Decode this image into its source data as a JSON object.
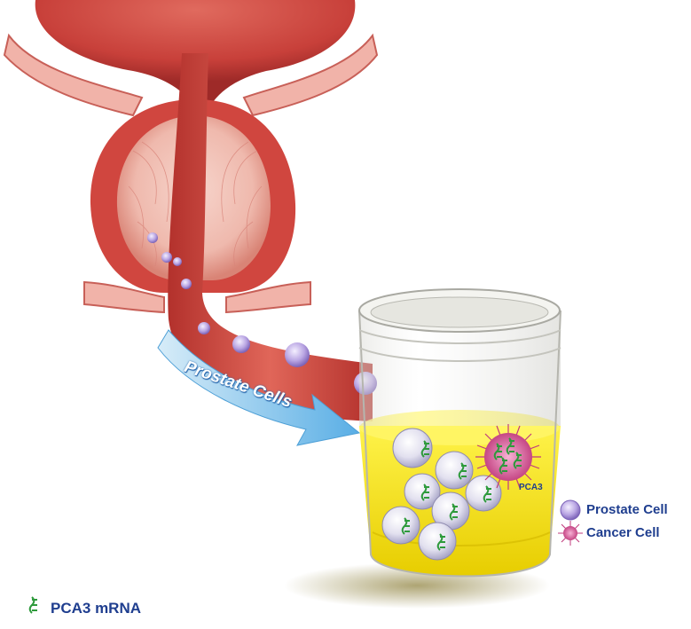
{
  "labels": {
    "arrow": "Prostate Cells",
    "pca3_tag": "PCA3"
  },
  "legend": {
    "prostate_cell": "Prostate Cell",
    "cancer_cell": "Cancer Cell",
    "mrna": "PCA3 mRNA"
  },
  "colors": {
    "tissue": "#c8403a",
    "tissue_light": "#f0b6aa",
    "urine": "#f3e100",
    "arrow": "#7fc3ec",
    "label_text": "#1f3e8f",
    "mrna_green": "#2e9a3c",
    "cancer_pink": "#d24a8c"
  }
}
